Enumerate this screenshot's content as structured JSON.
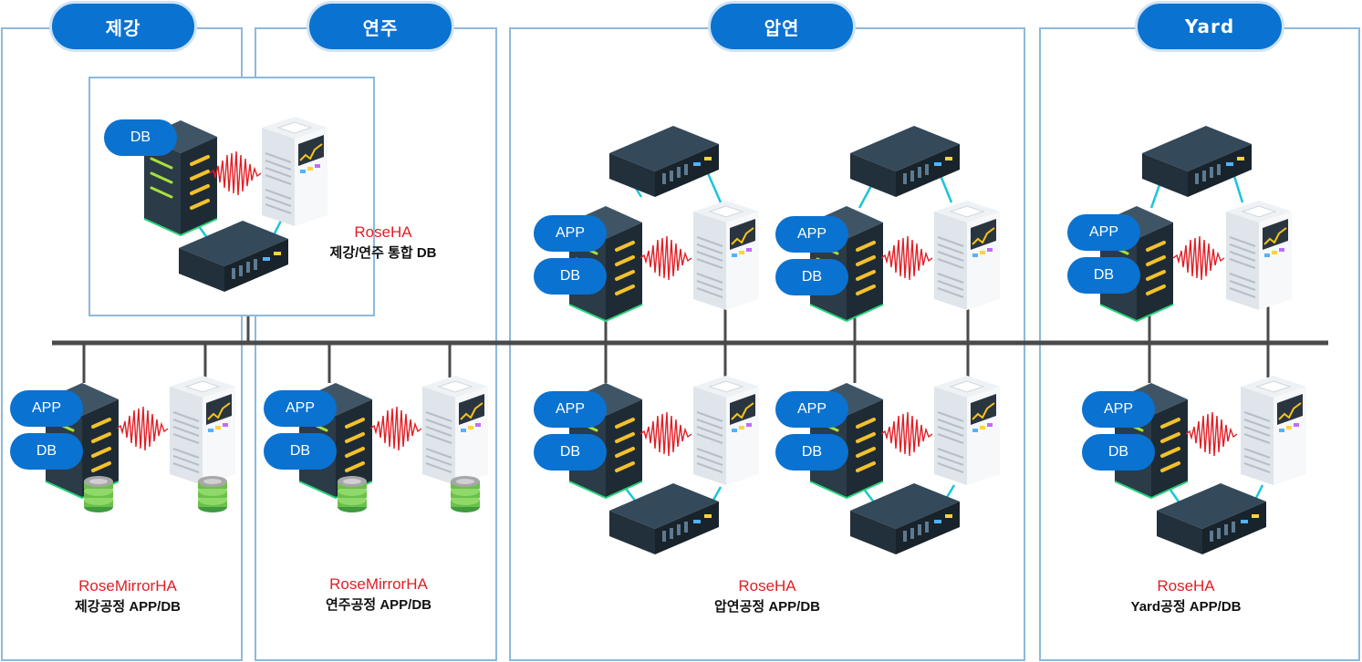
{
  "sections": [
    {
      "id": "jegang",
      "header": "제강"
    },
    {
      "id": "yeonju",
      "header": "연주"
    },
    {
      "id": "abyeon",
      "header": "압연"
    },
    {
      "id": "yard",
      "header": "Yard"
    }
  ],
  "labels": {
    "app": "APP",
    "db": "DB"
  },
  "captions": {
    "integrated": {
      "product": "RoseHA",
      "desc": "제강/연주 통합 DB"
    },
    "jegang": {
      "product": "RoseMirrorHA",
      "desc": "제강공정 APP/DB"
    },
    "yeonju": {
      "product": "RoseMirrorHA",
      "desc": "연주공정 APP/DB"
    },
    "abyeon": {
      "product": "RoseHA",
      "desc": "압연공정 APP/DB"
    },
    "yard": {
      "product": "RoseHA",
      "desc": "Yard공정 APP/DB"
    }
  },
  "colors": {
    "accent": "#0a72d1",
    "border": "#8db9db",
    "heartbeat": "#e21e25",
    "link": "#19c6d8",
    "bus": "#4a4a4a"
  }
}
